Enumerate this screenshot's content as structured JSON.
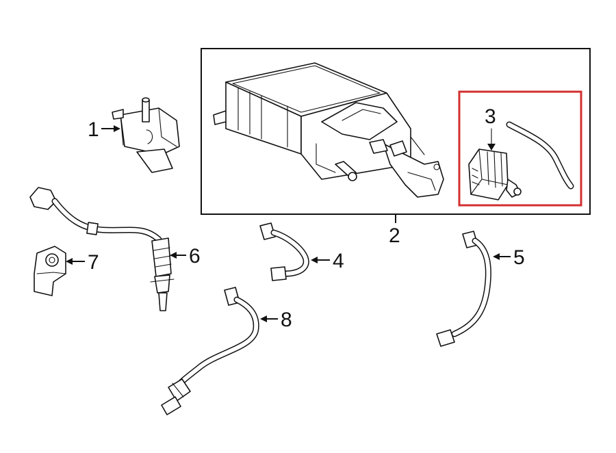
{
  "callouts": {
    "c1": "1",
    "c2": "2",
    "c3": "3",
    "c4": "4",
    "c5": "5",
    "c6": "6",
    "c7": "7",
    "c8": "8"
  },
  "colors": {
    "line": "#111111",
    "highlight": "#d32f2f",
    "background": "#ffffff"
  }
}
